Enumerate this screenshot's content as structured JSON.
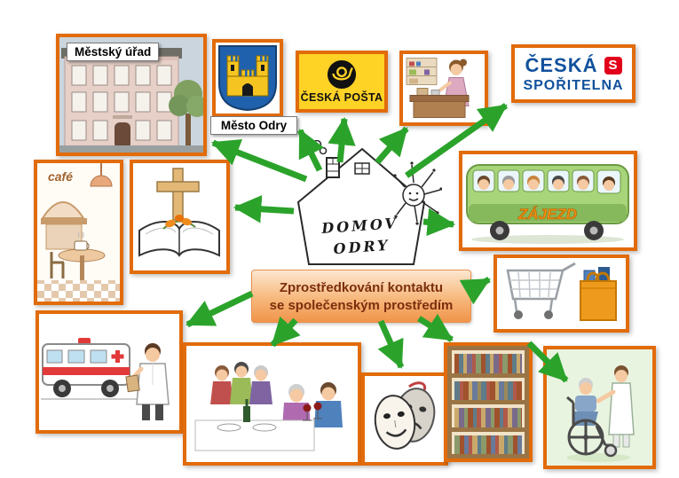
{
  "diagram": {
    "title_implicit": "Domov Odry – zprostředkování kontaktu se společenským prostředím",
    "center": {
      "house": {
        "line1": "DOMOV",
        "line2": "ODRY"
      },
      "mission": {
        "line1": "Zprostředkování kontaktu",
        "line2": "se společenským prostředím"
      }
    },
    "nodes": {
      "town_hall": {
        "label": "Městský úřad",
        "image": "town-hall-building-photo"
      },
      "town_arms": {
        "label": "Město Odry",
        "image": "odry-coat-of-arms"
      },
      "post_office": {
        "label": "ČESKÁ POŠTA",
        "image": "post-horn-logo"
      },
      "services_desk": {
        "image": "woman-at-service-desk-illustration"
      },
      "bank": {
        "name_line1": "ČESKÁ",
        "name_line2": "SPOŘITELNA",
        "logo_letter": "S"
      },
      "bus_trip": {
        "label": "ZÁJEZD",
        "image": "excursion-bus-illustration"
      },
      "cafe": {
        "sign": "café",
        "image": "cafe-interior-illustration"
      },
      "church": {
        "image": "open-bible-with-cross-illustration"
      },
      "health": {
        "image": "ambulance-and-doctor-illustration"
      },
      "dining": {
        "image": "family-dinner-illustration"
      },
      "culture": {
        "image": "theatre-masks-illustration"
      },
      "library": {
        "image": "bookshelf-illustration"
      },
      "care": {
        "image": "wheelchair-with-nurse-illustration"
      },
      "shopping": {
        "image": "shopping-cart-and-bag-illustration"
      }
    },
    "colors": {
      "frame_orange": "#E26B0A",
      "arrow_green": "#2BA32B",
      "post_yellow": "#FFD226",
      "bank_blue": "#11519C",
      "bank_red": "#E2001A",
      "mission_text": "#7B2E0E",
      "mission_gradient_top": "#FDE7CF",
      "mission_gradient_bottom": "#F0944A",
      "bus_green": "#A8D47A"
    },
    "icons": {
      "post-horn-icon": "black circle with yellow post horn",
      "bank-logo-icon": "red square with white S",
      "house-icon": "hand-drawn house with chimney and smoke",
      "sun-icon": "hand-drawn sun with rays"
    }
  }
}
